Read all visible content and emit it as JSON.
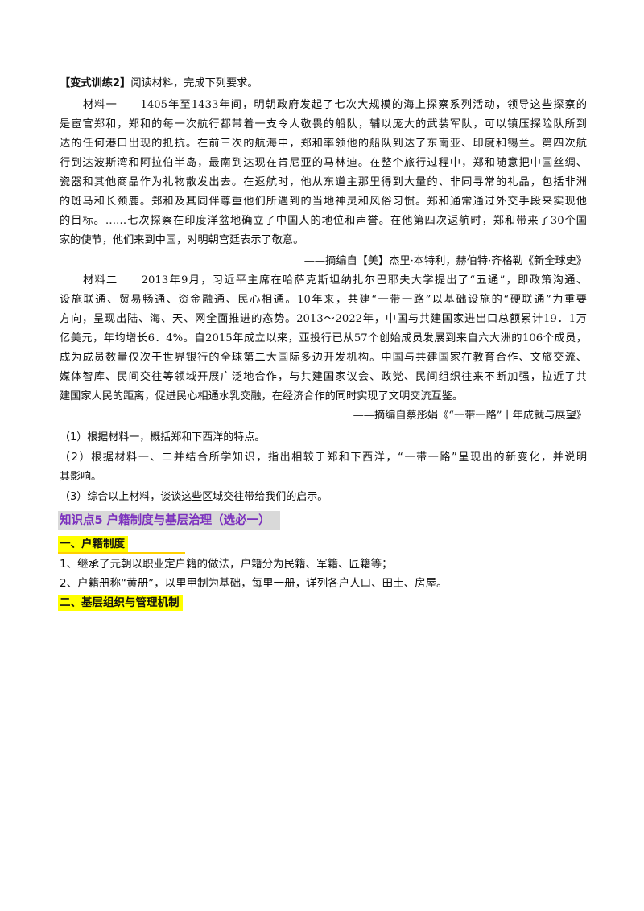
{
  "exercise": {
    "title_bracketed": "【变式训练2】",
    "instruction": "阅读材料，完成下列要求。"
  },
  "material1": {
    "lines": [
      "材料一　　1405年至1433年间，明朝政府发起了七次大规模的海上探察系列活动，领导这些探察的",
      "是宦官郑和，郑和的每一次航行都带着一支令人敬畏的船队，辅以庞大的武装军队，可以镇压探险队所到",
      "达的任何港口出现的抵抗。在前三次的航海中，郑和率领他的船队到达了东南亚、印度和锡兰。第四次航",
      "行到达波斯湾和阿拉伯半岛，最南到达现在肯尼亚的马林迪。在整个旅行过程中，郑和随意把中国丝绸、",
      "瓷器和其他商品作为礼物散发出去。在返航时，他从东道主那里得到大量的、非同寻常的礼品，包括非洲",
      "的斑马和长颈鹿。郑和及其同伴尊重他们所遇到的当地神灵和风俗习惯。郑和通常通过外交手段来实现他",
      "的目标。……七次探察在印度洋盆地确立了中国人的地位和声誉。在他第四次返航时，郑和带来了30个国",
      "家的使节，他们来到中国，对明朝宫廷表示了敬意。"
    ],
    "source": "——摘编自【美】杰里·本特利，赫伯特·齐格勒《新全球史》"
  },
  "material2": {
    "lines": [
      "材料二　　2013年9月，习近平主席在哈萨克斯坦纳扎尔巴耶夫大学提出了“五通”，即政策沟通、",
      "设施联通、贸易畅通、资金融通、民心相通。10年来，共建“一带一路”以基础设施的“硬联通”为重要",
      "方向，呈现出陆、海、天、网全面推进的态势。2013～2022年，中国与共建国家进出口总额累计19．1万",
      "亿美元，年均增长6．4%。自2015年成立以来，亚投行已从57个创始成员发展到来自六大洲的106个成员，",
      "成为成员数量仅次于世界银行的全球第二大国际多边开发机构。中国与共建国家在教育合作、文旅交流、",
      "媒体智库、民间交往等领域开展广泛地合作，与共建国家议会、政党、民间组织往来不断加强，拉近了共",
      "建国家人民的距离，促进民心相通水乳交融，在经济合作的同时实现了文明交流互鉴。"
    ],
    "source": "——摘编自蔡彤娟《“一带一路”十年成就与展望》"
  },
  "questions": {
    "q1": "（1）根据材料一，概括郑和下西洋的特点。",
    "q2_line1": "（2）根据材料一、二并结合所学知识，指出相较于郑和下西洋，“一带一路”呈现出的新变化，并说明",
    "q2_line2": "其影响。",
    "q3": "（3）综合以上材料，谈谈这些区域交往带给我们的启示。"
  },
  "knowledge_point": {
    "title": "知识点5 户籍制度与基层治理（选必一）",
    "section1": {
      "heading": "一、户籍制度",
      "items": [
        "1、继承了元朝以职业定户籍的做法，户籍分为民籍、军籍、匠籍等；",
        "2、户籍册称“黄册”，以里甲制为基础，每里一册，详列各户人口、田土、房屋。"
      ]
    },
    "section2": {
      "heading": "二、基层组织与管理机制"
    }
  },
  "colors": {
    "knowledge_point_text": "#7b2fbe",
    "knowledge_point_bg": "#d9d9d9",
    "highlight": "#ffff00"
  }
}
